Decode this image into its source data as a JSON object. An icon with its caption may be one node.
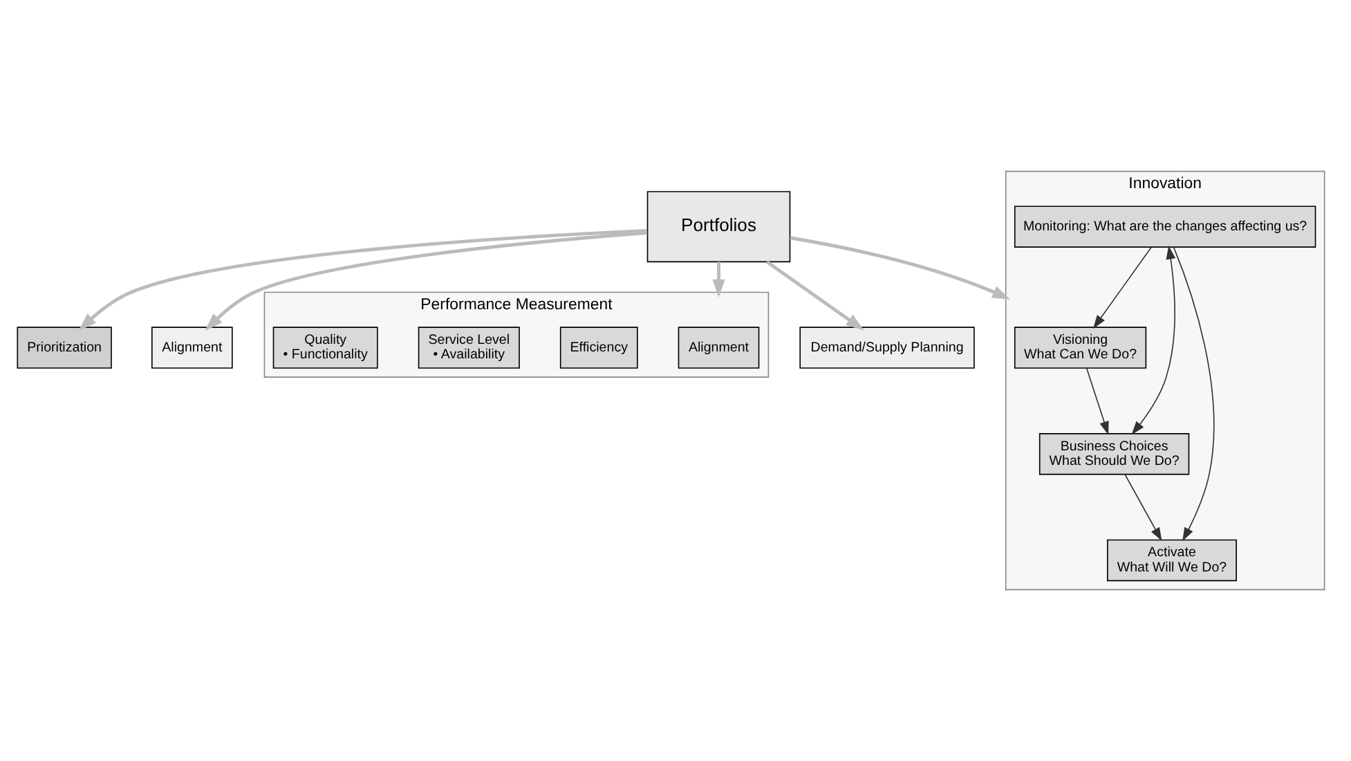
{
  "diagram": {
    "nodes": [
      {
        "text": [
          "Portfolios"
        ]
      },
      {
        "text": [
          "Prioritization"
        ]
      },
      {
        "text": [
          "Alignment"
        ]
      },
      {
        "text": [
          "Performance Measurement"
        ]
      },
      {
        "text": [
          "Alignment"
        ],
        "in": 3
      },
      {
        "text": [
          "Efficiency"
        ],
        "in": 3
      },
      {
        "text": [
          "Service Level",
          "• Availability"
        ],
        "in": 3
      },
      {
        "text": [
          "Quality",
          "• Functionality"
        ],
        "in": 3
      },
      {
        "text": [
          "Demand/Supply Planning"
        ]
      },
      {
        "text": [
          "Innovation"
        ]
      },
      {
        "text": [
          "Visioning",
          "What Can We Do?"
        ],
        "in": 9
      },
      {
        "text": [
          "Monitoring: What are the changes affecting us?"
        ],
        "in": 9
      },
      {
        "text": [
          "Business Choices",
          "What Should We Do?"
        ],
        "in": 9
      },
      {
        "text": [
          "Activate",
          "What Will We Do?"
        ],
        "in": 9
      }
    ],
    "edges": [
      {
        "from": 0,
        "to": 1,
        "arrow": "to",
        "style": "thick",
        "color": "#bbbbbb"
      },
      {
        "from": 0,
        "to": 2,
        "arrow": "to",
        "style": "thick",
        "color": "#bbbbbb"
      },
      {
        "from": 0,
        "to": 3,
        "arrow": "to",
        "style": "thick",
        "color": "#bbbbbb"
      },
      {
        "from": 0,
        "to": 8,
        "arrow": "to",
        "style": "thick",
        "color": "#bbbbbb"
      },
      {
        "from": 0,
        "to": 9,
        "arrow": "to",
        "style": "thick",
        "color": "#bbbbbb"
      },
      {
        "from": 11,
        "to": 10,
        "arrow": "to",
        "color": "#333333"
      },
      {
        "from": 11,
        "to": 12,
        "arrow": "both",
        "color": "#333333"
      },
      {
        "from": 11,
        "to": 13,
        "arrow": "to",
        "color": "#333333"
      },
      {
        "from": 10,
        "to": 12,
        "arrow": "to",
        "color": "#333333"
      },
      {
        "from": 12,
        "to": 13,
        "arrow": "to",
        "color": "#333333"
      }
    ]
  }
}
